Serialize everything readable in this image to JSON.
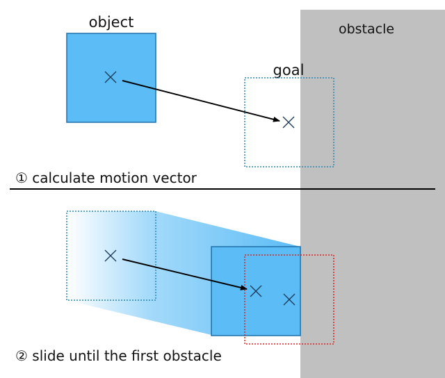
{
  "labels": {
    "object": "object",
    "obstacle": "obstacle",
    "goal": "goal",
    "step1": "① calculate motion vector",
    "step2": "② slide until the first obstacle"
  },
  "colors": {
    "obstacle_fill": "#c0c0c0",
    "object_fill": "#5bbcf6",
    "object_stroke": "#1f6fa8",
    "goal_outline": "#2a86b5",
    "collision_outline": "#e02020",
    "arrow": "#000000",
    "divider": "#000000"
  }
}
